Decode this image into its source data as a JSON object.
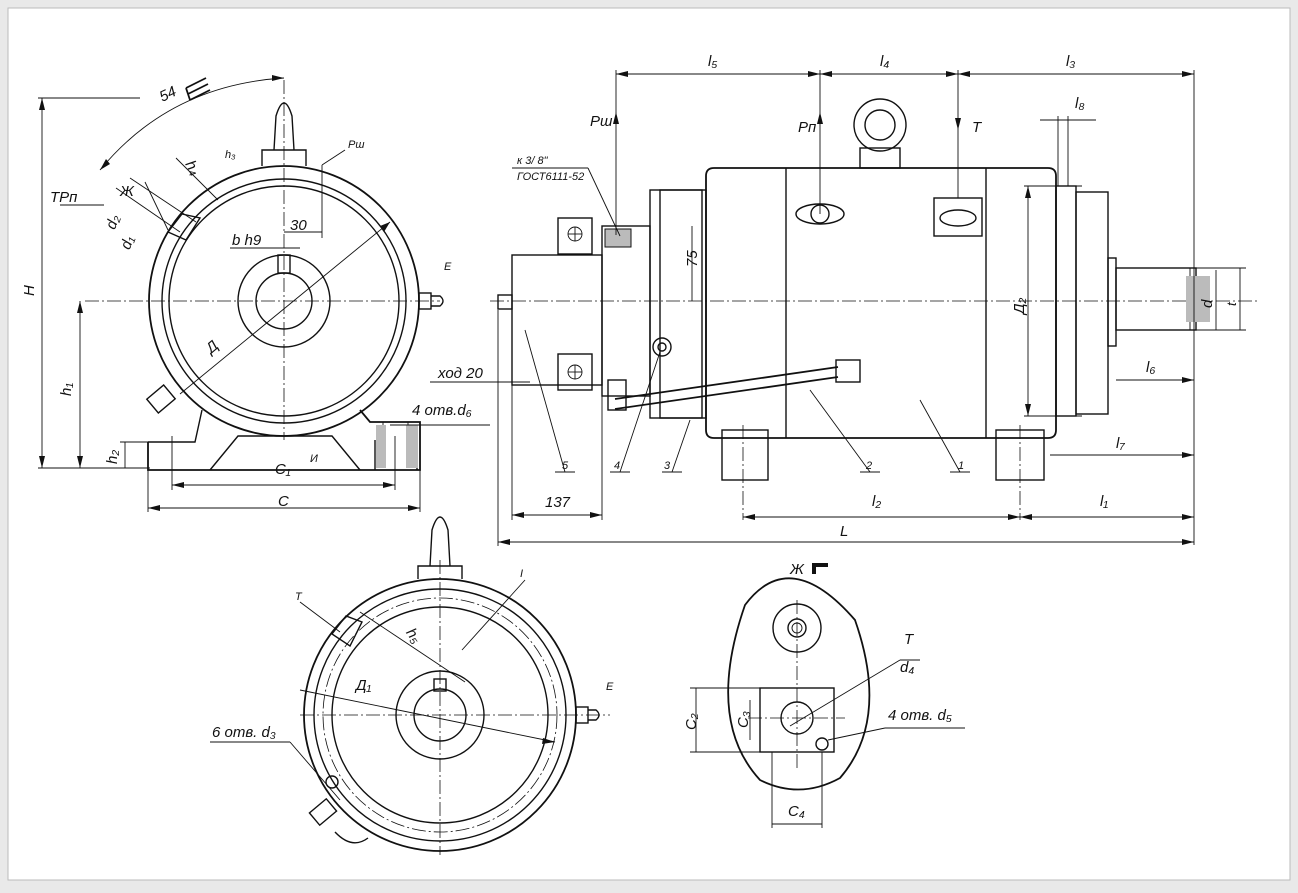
{
  "labels": {
    "H": "H",
    "h1": "h₁",
    "h2": "h₂",
    "h3": "h₃",
    "h4": "h₄",
    "h5": "h₅",
    "C": "C",
    "C1": "C₁",
    "C2": "C₂",
    "C3": "C₃",
    "C4": "C₄",
    "L": "L",
    "l1": "l₁",
    "l2": "l₂",
    "l3": "l₃",
    "l4": "l₄",
    "l5": "l₅",
    "l6": "l₆",
    "l7": "l₇",
    "l8": "l₈",
    "D": "Д",
    "D1": "Д₁",
    "D2": "Д₂",
    "d": "d",
    "t": "t",
    "d1": "d₁",
    "d2": "d₂",
    "d4": "d₄",
    "Zh": "Ж",
    "TRp": "TPп",
    "Rsh_small": "Pш",
    "Rsh": "Pш",
    "Rp": "Pп",
    "T": "T",
    "T_small": "T",
    "T_view": "T",
    "E": "E",
    "E2": "E",
    "I": "И",
    "I_roman": "I",
    "b_h9": "b h9",
    "dim30": "30",
    "dim54": "54",
    "dim75": "75",
    "dim137": "137",
    "stroke": "ход 20",
    "holes_d6": "4 отв.d₆",
    "holes_d3": "6 отв. d₃",
    "holes_d5": "4 отв. d₅",
    "pipe_thread": "к 3/ 8\"",
    "gost": "ГОСТ6111-52",
    "view_Zh": "Ж",
    "pos1": "1",
    "pos2": "2",
    "pos3": "3",
    "pos4": "4",
    "pos5": "5"
  }
}
